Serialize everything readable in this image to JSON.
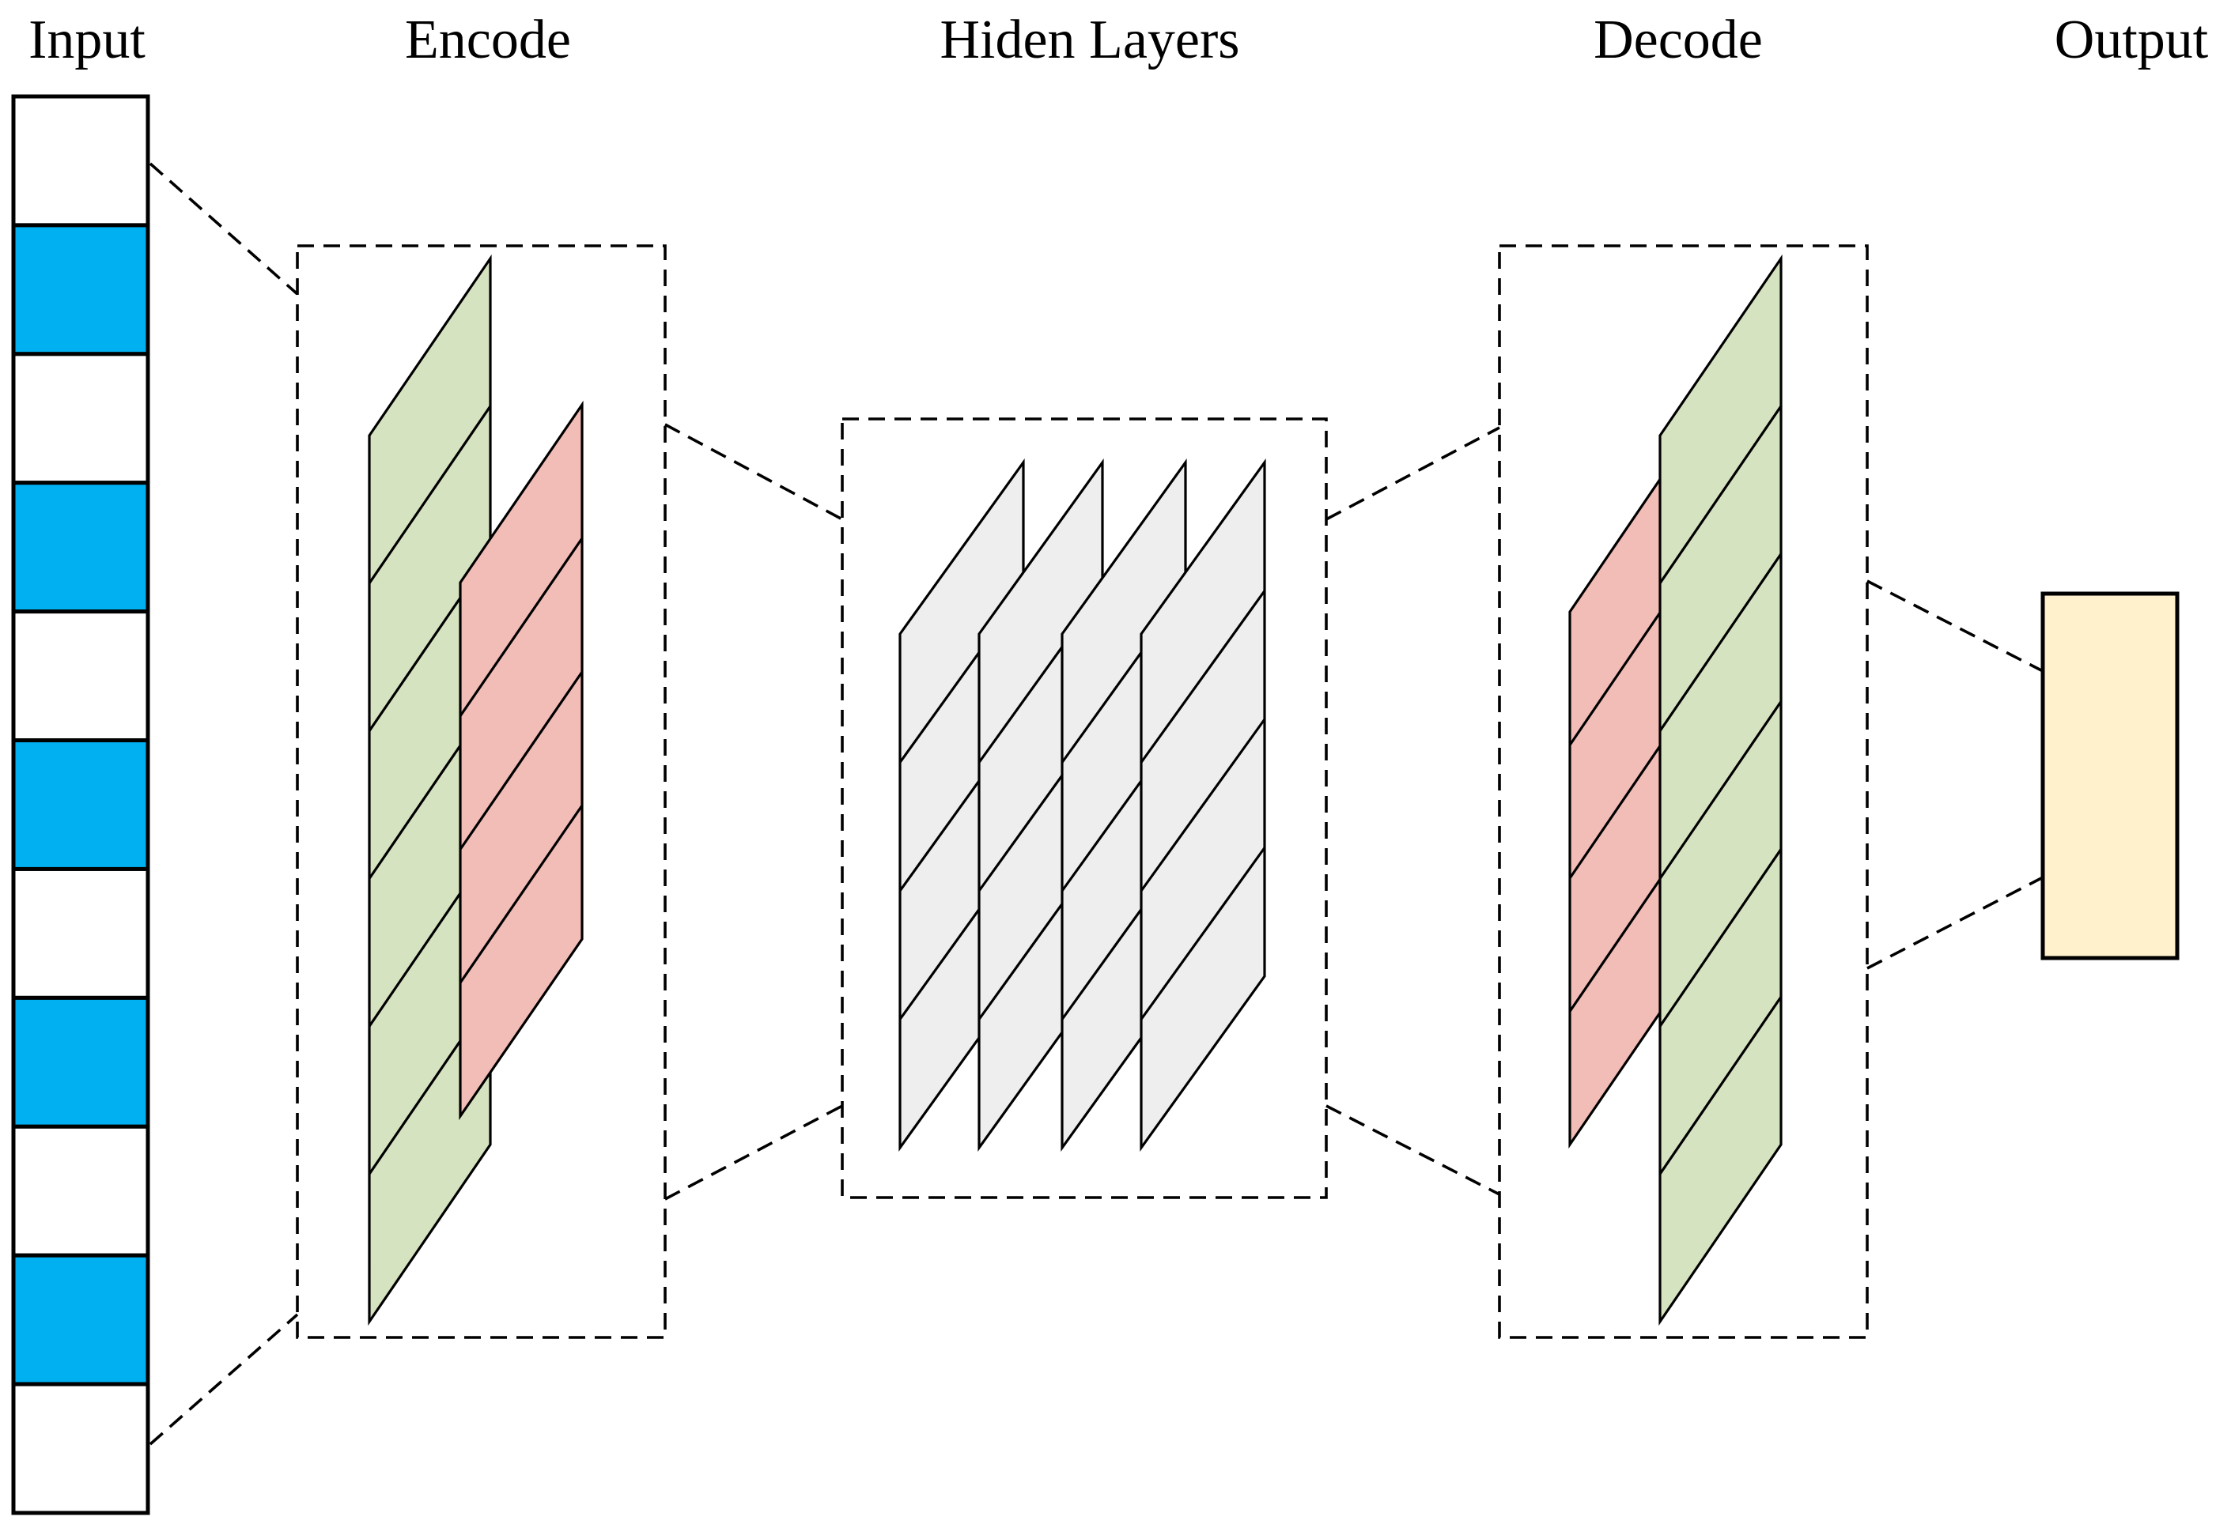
{
  "labels": {
    "input": "Input",
    "encode": "Encode",
    "hidden": "Hiden Layers",
    "decode": "Decode",
    "output": "Output"
  },
  "input_vector": {
    "cells": [
      "white",
      "blue",
      "white",
      "blue",
      "white",
      "blue",
      "white",
      "blue",
      "white",
      "blue",
      "white"
    ]
  },
  "colors": {
    "white": "#ffffff",
    "blue": "#00b0f0",
    "green_layer": "#d6e3c1",
    "red_layer": "#f2bcb7",
    "gray_layer": "#eeeeee",
    "output_block": "#fff1cc",
    "stroke": "#000000"
  },
  "encode_layers": [
    {
      "fill": "green_layer",
      "segments": 6
    },
    {
      "fill": "red_layer",
      "segments": 4
    }
  ],
  "hidden_layers": {
    "count": 4,
    "fill": "gray_layer",
    "segments": 4
  },
  "decode_layers": [
    {
      "fill": "red_layer",
      "segments": 4
    },
    {
      "fill": "green_layer",
      "segments": 6
    }
  ]
}
